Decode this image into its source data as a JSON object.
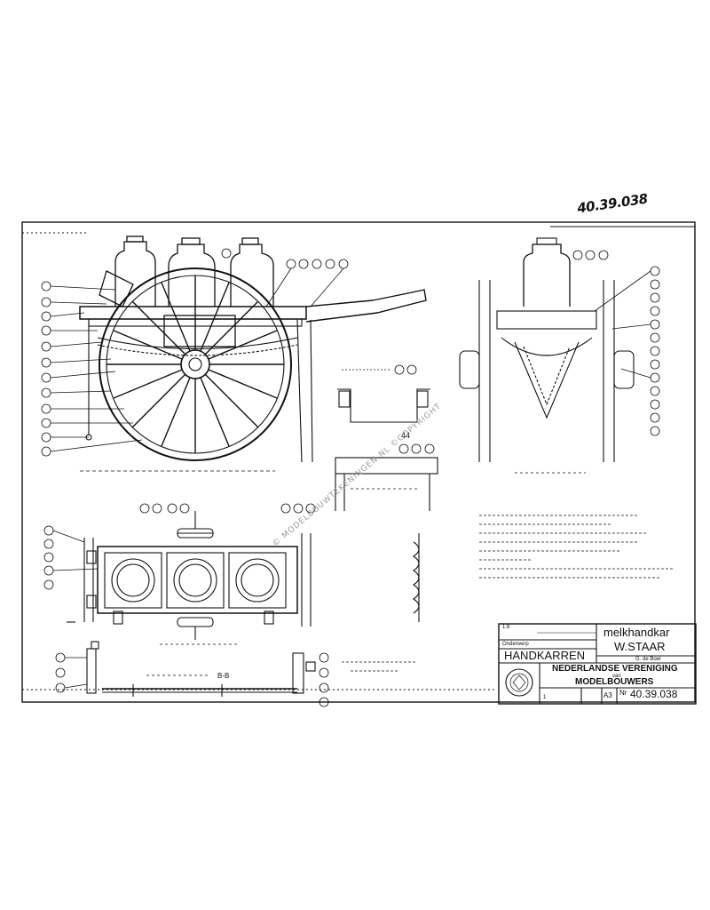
{
  "drawing_number_handwritten": "40.39.038",
  "title_block": {
    "category_label": "Onderwerp",
    "category_value": "HANDKARREN",
    "object_value": "melkhandkar",
    "scale_value": "1:8",
    "origin_value": "W.STAAR",
    "author_value": "G. de Boer",
    "organization_line1": "NEDERLANDSE VERENIGING",
    "organization_line2": "van",
    "organization_line3": "MODELBOUWERS",
    "format_value": "A3",
    "number_prefix": "Nr",
    "number_value": "40.39.038",
    "sheet_value": "1"
  },
  "watermark": "© MODELBOUWTEKENINGEN.NL ©COPYRIGHT",
  "section_labels": {
    "view_a": "44",
    "section_b": "B-B"
  }
}
